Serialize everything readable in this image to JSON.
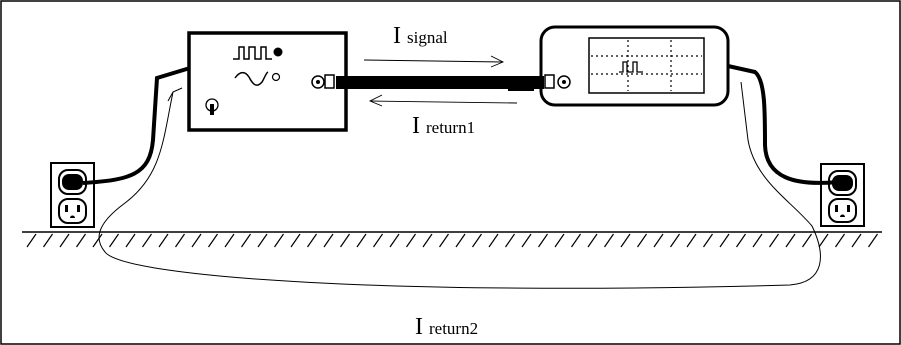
{
  "labels": {
    "signal": {
      "main": "I",
      "sub": "signal"
    },
    "return1": {
      "main": "I",
      "sub": "return1"
    },
    "return2": {
      "main": "I",
      "sub": "return2"
    }
  },
  "colors": {
    "ink": "#000000",
    "paper": "#ffffff"
  }
}
